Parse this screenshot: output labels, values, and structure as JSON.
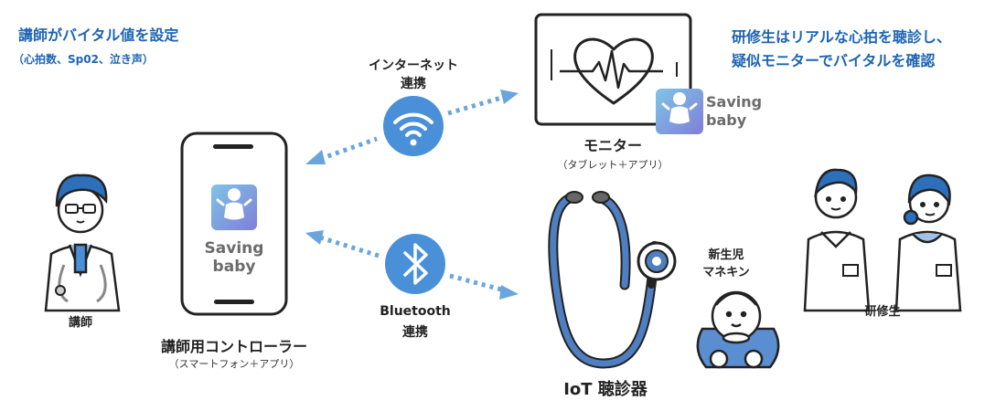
{
  "instructor_note": {
    "line1": "講師がバイタル値を設定",
    "line2": "（心拍数、Sp02、泣き声）"
  },
  "trainee_note": {
    "line1": "研修生はリアルな心拍を聴診し、",
    "line2": "疑似モニターでバイタルを確認"
  },
  "internet_link": {
    "line1": "インターネット",
    "line2": "連携"
  },
  "bluetooth_link": {
    "line1": "Bluetooth",
    "line2": "連携"
  },
  "monitor": {
    "label": "モニター",
    "sub": "（タブレット＋アプリ）"
  },
  "controller": {
    "label": "講師用コントローラー",
    "sub": "（スマートフォン＋アプリ）"
  },
  "stethoscope": {
    "label": "IoT 聴診器"
  },
  "manikin": {
    "line1": "新生児",
    "line2": "マネキン"
  },
  "instructor": {
    "label": "講師"
  },
  "trainees": {
    "label": "研修生"
  },
  "app_logo": {
    "line1": "Saving",
    "line2": "baby"
  },
  "colors": {
    "accent": "#1d64b4",
    "icon_blue": "#4a90d9",
    "dot_blue": "#6aa6dd",
    "steth_blue": "#4f7fc0"
  }
}
